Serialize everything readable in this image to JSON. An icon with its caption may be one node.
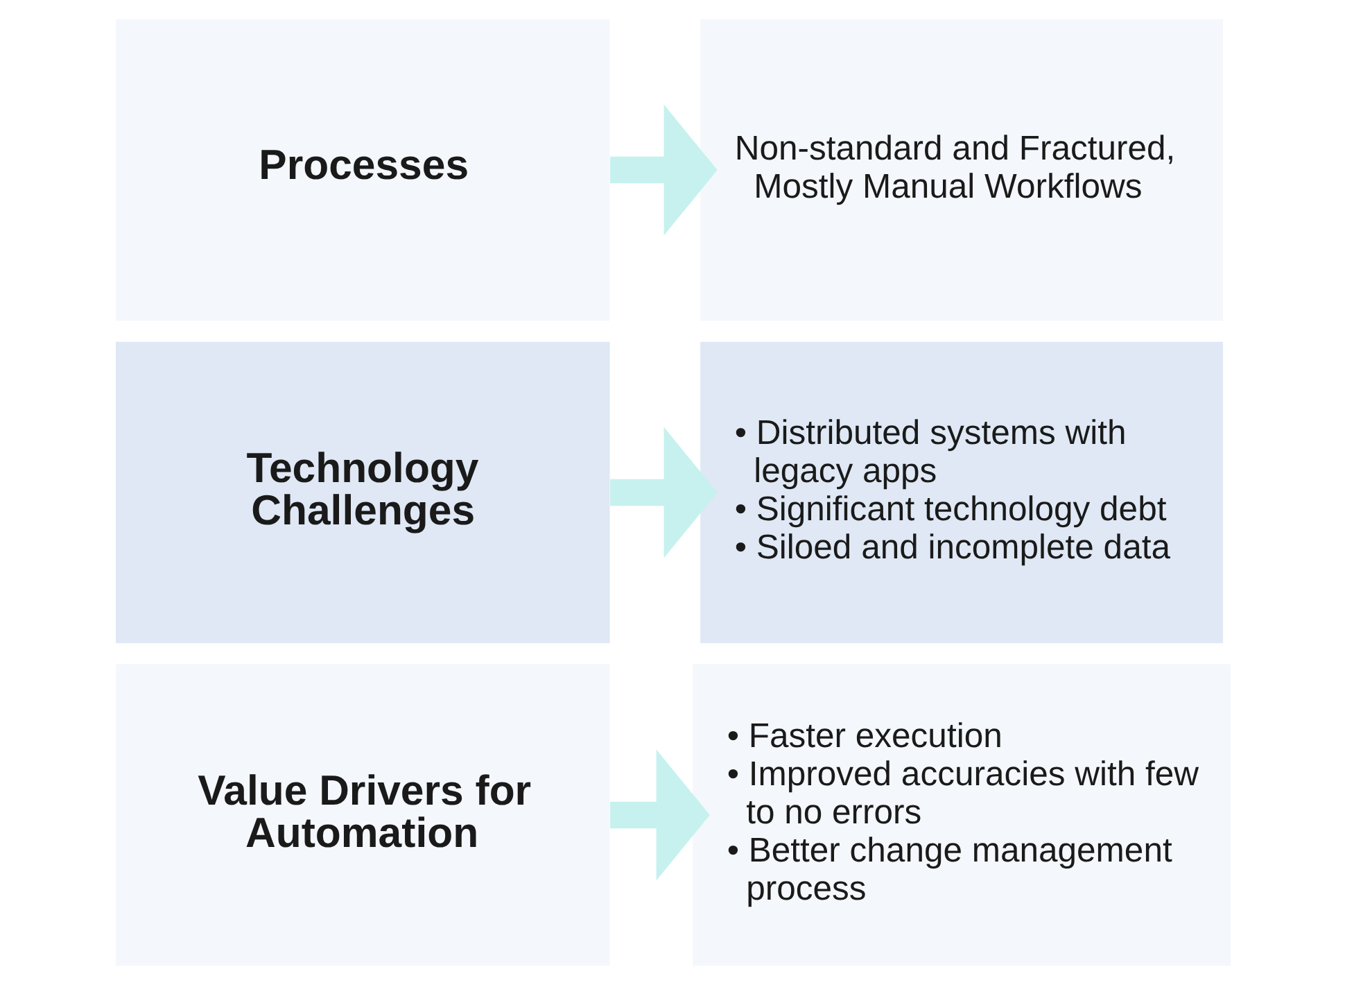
{
  "diagram": {
    "nodes": [
      {
        "text": [
          "Processes"
        ]
      },
      {
        "text": [
          "Non-standard and Fractured, Mostly Manual Workflows"
        ]
      },
      {
        "text": [
          "Technology Challenges"
        ]
      },
      {
        "text": [
          "• Distributed systems with legacy apps",
          "• Significant technology debt",
          "• Siloed and incomplete data"
        ]
      },
      {
        "text": [
          "Value Drivers for Automation"
        ]
      },
      {
        "text": [
          "• Faster execution",
          "• Improved accuracies with few to no errors",
          "• Better change management process"
        ]
      }
    ],
    "edges": [
      {
        "from": 0,
        "to": 1,
        "arrow": "to"
      },
      {
        "from": 2,
        "to": 3,
        "arrow": "to"
      },
      {
        "from": 4,
        "to": 5,
        "arrow": "to"
      }
    ]
  }
}
